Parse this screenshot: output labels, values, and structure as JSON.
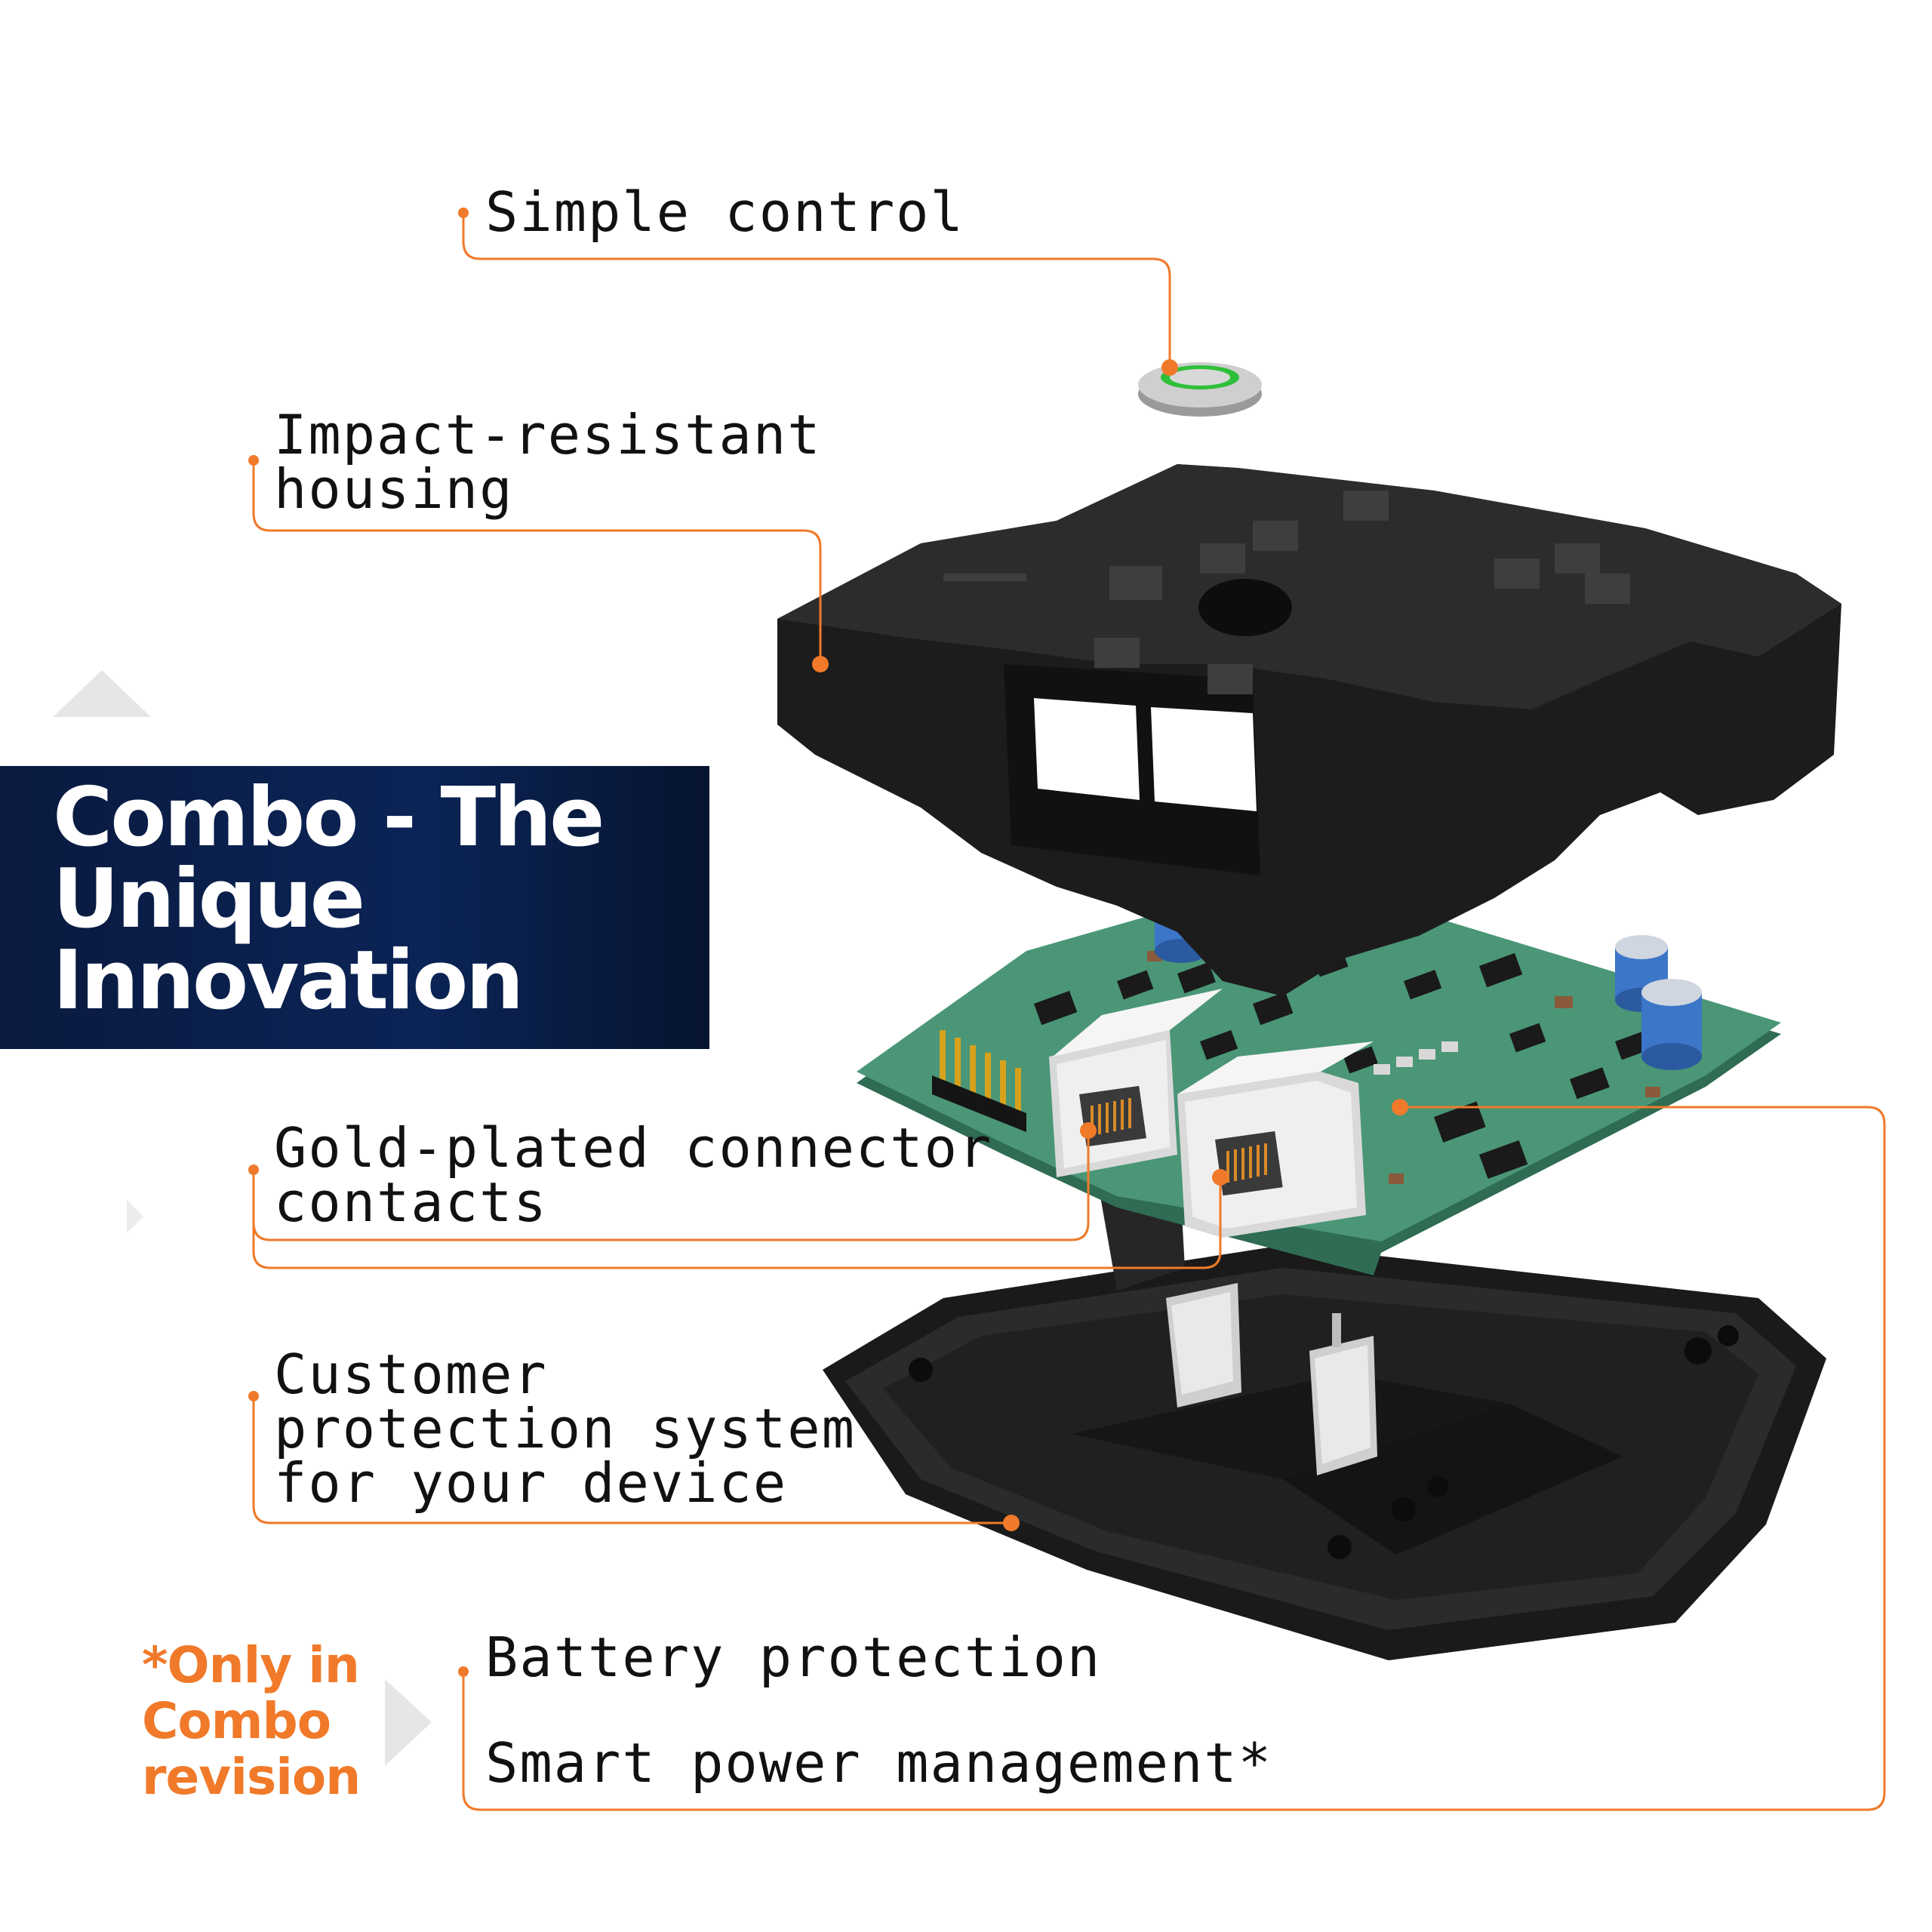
{
  "title": {
    "line1": "Combo -  The",
    "line2": "Unique",
    "line3": "Innovation"
  },
  "features": {
    "simple_control": "Simple control",
    "housing_line1": "Impact-resistant",
    "housing_line2": "housing",
    "connector_line1": "Gold-plated connector",
    "connector_line2": "contacts",
    "protection_line1": "Customer",
    "protection_line2": "protection system",
    "protection_line3": "for your device",
    "battery": "Battery protection",
    "power": "Smart power management*"
  },
  "note": {
    "line1": "*Only in",
    "line2": "Combo",
    "line3": "revision"
  },
  "colors": {
    "accent": "#f07a2a",
    "banner": "#0b2456",
    "housing": "#1e1e1e",
    "pcb": "#3f8a68"
  }
}
